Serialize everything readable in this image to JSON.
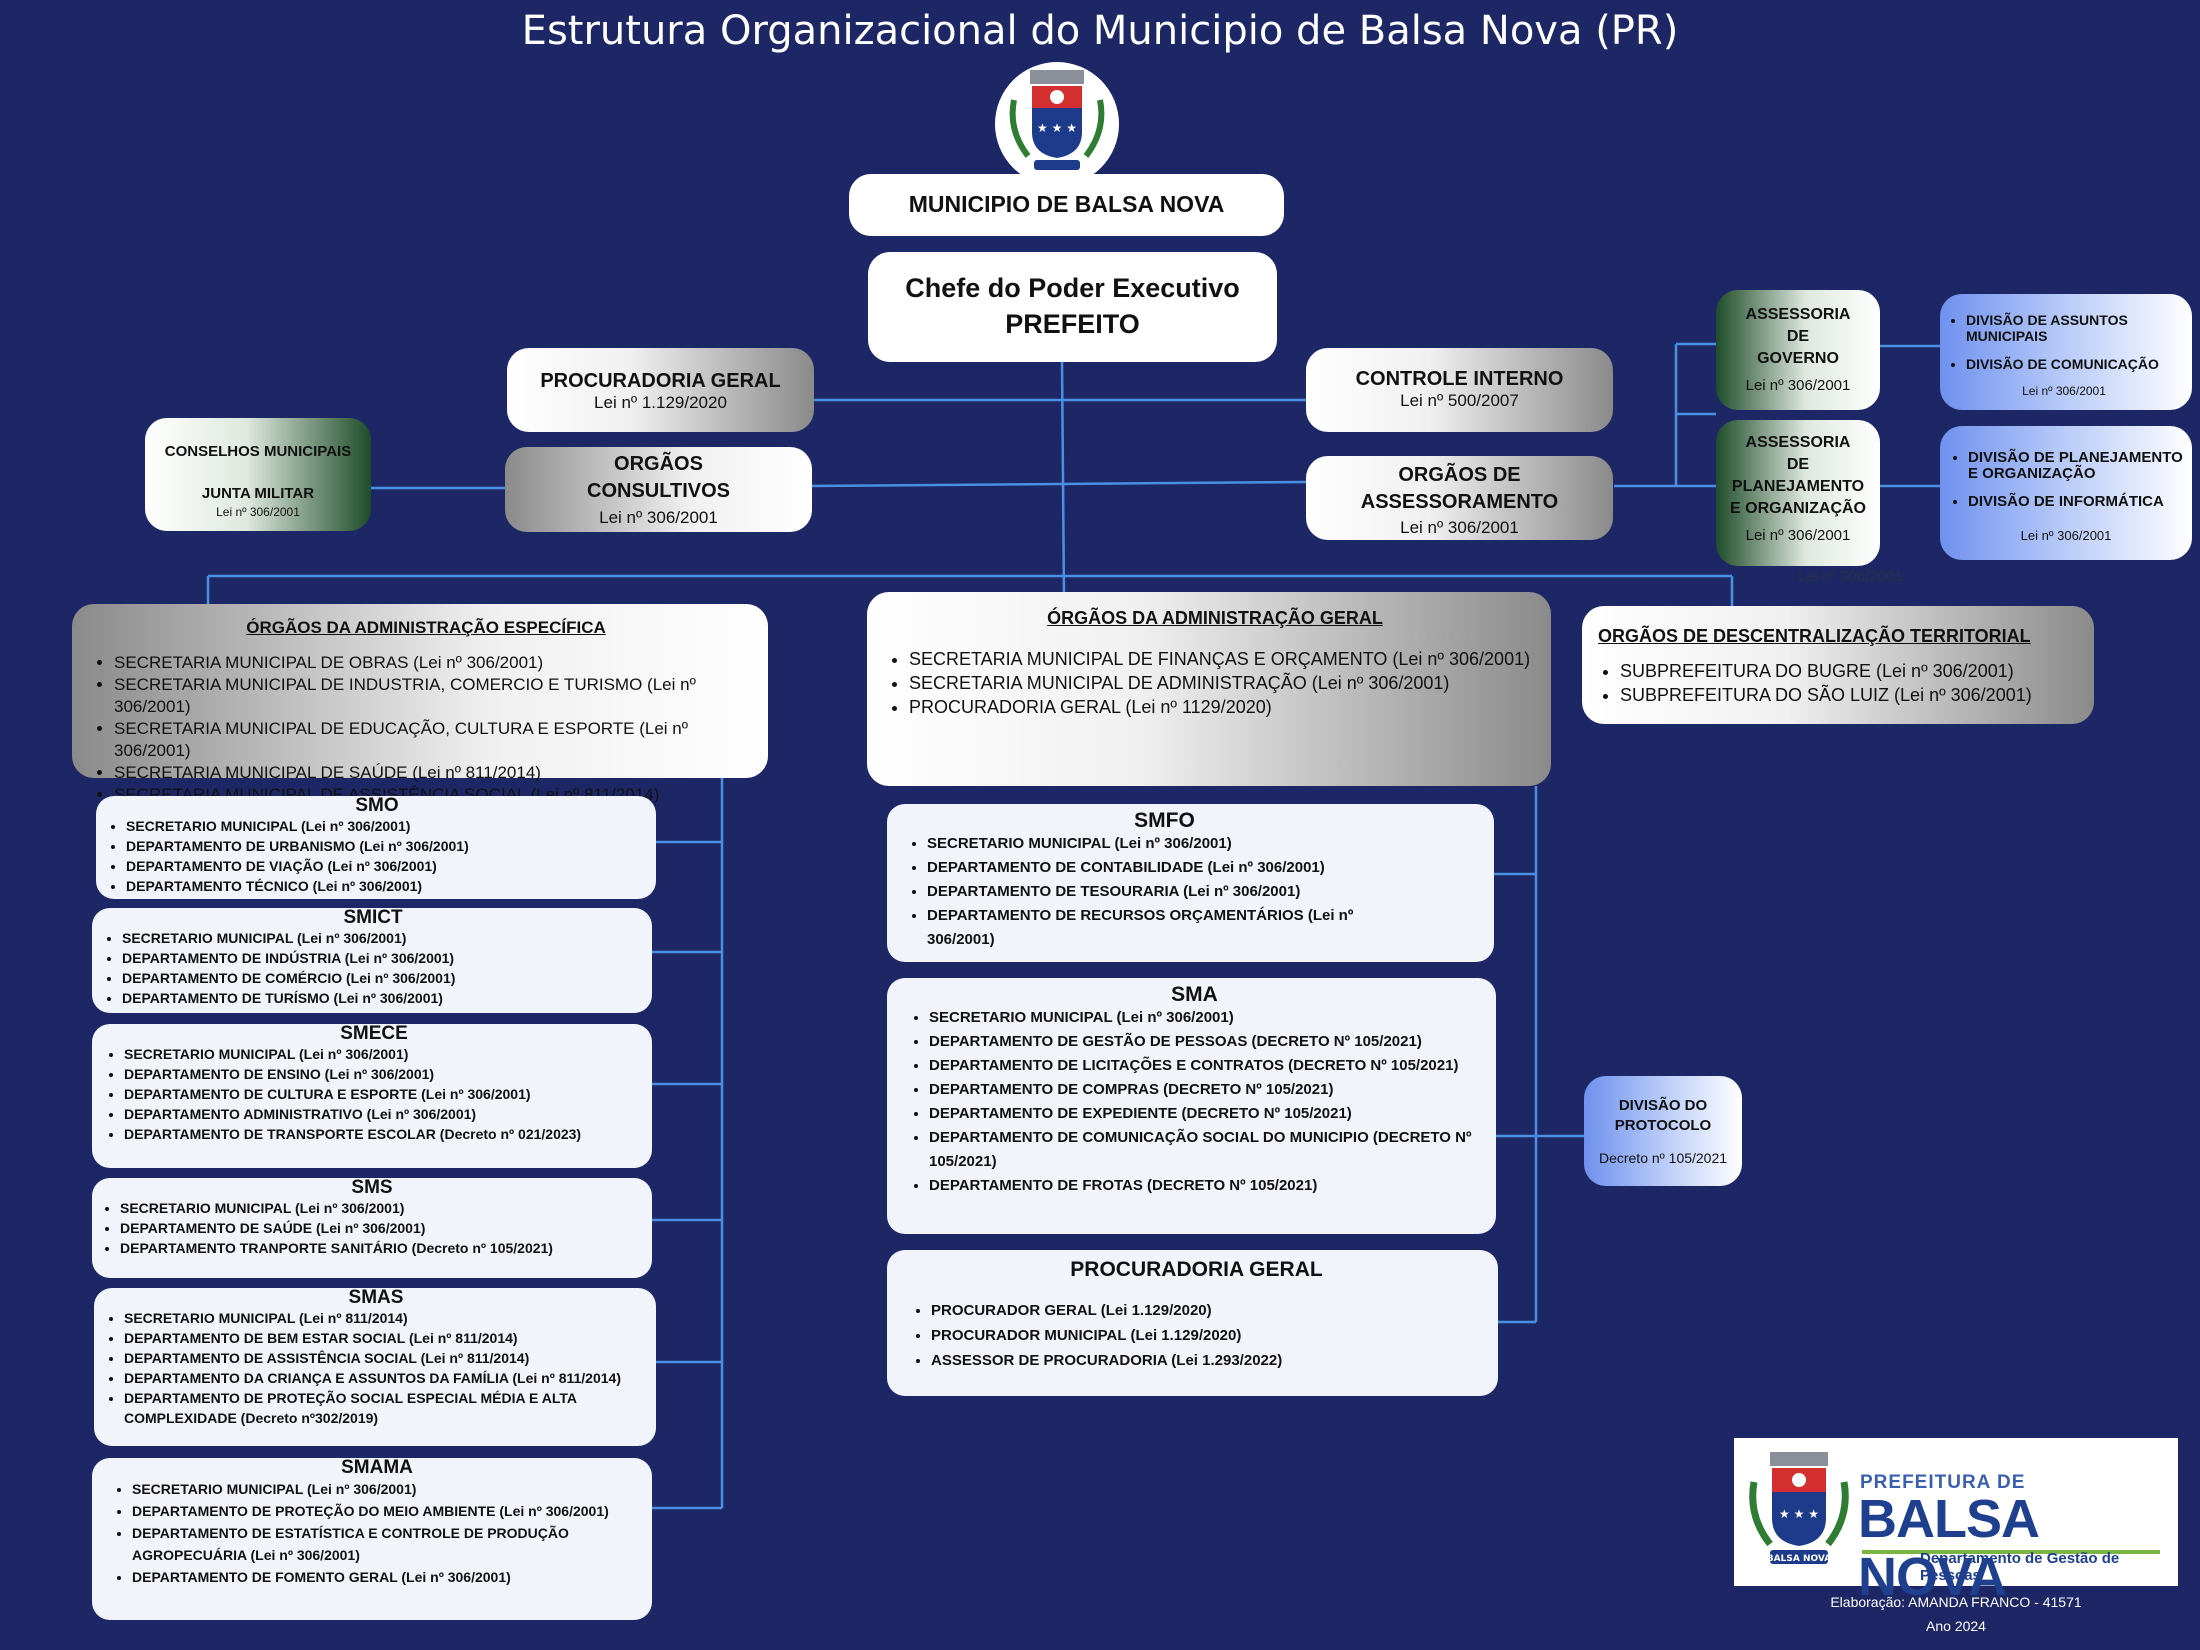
{
  "title": "Estrutura Organizacional do Municipio de Balsa Nova (PR)",
  "header": {
    "municipio": "MUNICIPIO DE BALSA NOVA",
    "chefe_line1": "Chefe do Poder Executivo",
    "chefe_line2": "PREFEITO"
  },
  "procuradoria_geral": {
    "title": "PROCURADORIA GERAL",
    "law": "Lei nº 1.129/2020"
  },
  "controle_interno": {
    "title": "CONTROLE INTERNO",
    "law": "Lei nº 500/2007"
  },
  "orgaos_consultivos": {
    "line1": "ORGÃOS",
    "line2": "CONSULTIVOS",
    "law": "Lei  nº 306/2001"
  },
  "conselhos": {
    "line1": "CONSELHOS MUNICIPAIS",
    "line2": "JUNTA MILITAR",
    "law": "Lei nº 306/2001"
  },
  "orgaos_assessoramento": {
    "line1": "ORGÃOS DE",
    "line2": "ASSESSORAMENTO",
    "law": "Lei nº 306/2001"
  },
  "assessoria_governo": {
    "line1": "ASSESSORIA",
    "line2": "DE",
    "line3": "GOVERNO",
    "law": "Lei nº 306/2001"
  },
  "assessoria_planejamento": {
    "line1": "ASSESSORIA",
    "line2": "DE",
    "line3": "PLANEJAMENTO",
    "line4": "E ORGANIZAÇÃO",
    "law": "Lei nº 306/2001",
    "law_outside": "Lei nº 306/2001"
  },
  "divisoes_governo": {
    "items": [
      "DIVISÃO DE ASSUNTOS MUNICIPAIS",
      "DIVISÃO DE COMUNICAÇÃO"
    ],
    "law": "Lei nº 306/2001"
  },
  "divisoes_planejamento": {
    "items": [
      "DIVISÃO DE PLANEJAMENTO E ORGANIZAÇÃO",
      "DIVISÃO DE INFORMÁTICA"
    ],
    "law": "Lei nº 306/2001"
  },
  "adm_especifica": {
    "title": "ÓRGÃOS DA ADMINISTRAÇÃO ESPECÍFICA",
    "items": [
      "SECRETARIA MUNICIPAL DE OBRAS (Lei nº 306/2001)",
      "SECRETARIA MUNICIPAL DE INDUSTRIA, COMERCIO E TURISMO (Lei nº 306/2001)",
      "SECRETARIA MUNICIPAL DE EDUCAÇÃO, CULTURA E ESPORTE (Lei nº 306/2001)",
      "SECRETARIA MUNICIPAL DE SAÚDE (Lei nº 811/2014)",
      "SECRETARIA MUNICIPAL DE ASSISTÊNCIA SOCIAL (Lei nº 811/2014)"
    ]
  },
  "adm_geral": {
    "title": "ÓRGÃOS DA ADMINISTRAÇÃO GERAL",
    "items": [
      "SECRETARIA MUNICIPAL DE FINANÇAS E ORÇAMENTO (Lei nº 306/2001)",
      "SECRETARIA MUNICIPAL DE ADMINISTRAÇÃO (Lei nº 306/2001)",
      "PROCURADORIA GERAL (Lei nº 1129/2020)"
    ]
  },
  "descentralizacao": {
    "title": "ORGÃOS DE DESCENTRALIZAÇÃO TERRITORIAL",
    "items": [
      "SUBPREFEITURA DO BUGRE (Lei nº 306/2001)",
      "SUBPREFEITURA DO SÃO LUIZ (Lei nº 306/2001)"
    ]
  },
  "smo": {
    "title": "SMO",
    "items": [
      "SECRETARIO MUNICIPAL  (Lei nº 306/2001)",
      "DEPARTAMENTO DE URBANISMO (Lei nº 306/2001)",
      "DEPARTAMENTO DE VIAÇÃO (Lei nº 306/2001)",
      "DEPARTAMENTO TÉCNICO (Lei nº 306/2001)"
    ]
  },
  "smict": {
    "title": "SMICT",
    "items": [
      "SECRETARIO MUNICIPAL  (Lei nº 306/2001)",
      "DEPARTAMENTO DE INDÚSTRIA (Lei nº 306/2001)",
      "DEPARTAMENTO DE COMÉRCIO (Lei nº 306/2001)",
      "DEPARTAMENTO DE TURÍSMO (Lei nº 306/2001)"
    ]
  },
  "smece": {
    "title": "SMECE",
    "items": [
      "SECRETARIO MUNICIPAL  (Lei nº 306/2001)",
      "DEPARTAMENTO DE ENSINO (Lei nº 306/2001)",
      "DEPARTAMENTO DE CULTURA E ESPORTE (Lei nº 306/2001)",
      "DEPARTAMENTO ADMINISTRATIVO (Lei nº 306/2001)",
      "DEPARTAMENTO DE TRANSPORTE ESCOLAR (Decreto nº 021/2023)"
    ]
  },
  "sms": {
    "title": "SMS",
    "items": [
      "SECRETARIO MUNICIPAL  (Lei nº 306/2001)",
      "DEPARTAMENTO DE SAÚDE (Lei nº 306/2001)",
      "DEPARTAMENTO TRANPORTE SANITÁRIO (Decreto nº 105/2021)"
    ]
  },
  "smas": {
    "title": "SMAS",
    "items": [
      "SECRETARIO MUNICIPAL  (Lei nº 811/2014)",
      "DEPARTAMENTO DE BEM ESTAR SOCIAL (Lei nº 811/2014)",
      "DEPARTAMENTO DE ASSISTÊNCIA SOCIAL (Lei nº 811/2014)",
      "DEPARTAMENTO DA CRIANÇA E ASSUNTOS DA FAMÍLIA (Lei nº 811/2014)",
      "DEPARTAMENTO DE PROTEÇÃO SOCIAL ESPECIAL MÉDIA E ALTA COMPLEXIDADE (Decreto nº302/2019)"
    ]
  },
  "smama": {
    "title": "SMAMA",
    "items": [
      "SECRETARIO MUNICIPAL  (Lei nº 306/2001)",
      "DEPARTAMENTO DE PROTEÇÃO DO MEIO AMBIENTE (Lei nº 306/2001)",
      "DEPARTAMENTO DE ESTATÍSTICA E CONTROLE DE PRODUÇÃO AGROPECUÁRIA (Lei nº 306/2001)",
      "DEPARTAMENTO DE FOMENTO GERAL (Lei nº 306/2001)"
    ]
  },
  "smfo": {
    "title": "SMFO",
    "items": [
      "SECRETARIO MUNICIPAL  (Lei nº 306/2001)",
      "DEPARTAMENTO DE CONTABILIDADE  (Lei nº 306/2001)",
      "DEPARTAMENTO DE TESOURARIA (Lei nº 306/2001)",
      "DEPARTAMENTO DE RECURSOS ORÇAMENTÁRIOS  (Lei nº 306/2001)"
    ]
  },
  "sma": {
    "title": "SMA",
    "items": [
      "SECRETARIO MUNICIPAL  (Lei nº 306/2001)",
      "DEPARTAMENTO DE GESTÃO DE PESSOAS (DECRETO Nº 105/2021)",
      "DEPARTAMENTO DE LICITAÇÕES E CONTRATOS (DECRETO Nº 105/2021)",
      "DEPARTAMENTO DE COMPRAS (DECRETO Nº 105/2021)",
      "DEPARTAMENTO DE EXPEDIENTE (DECRETO Nº 105/2021)",
      "DEPARTAMENTO DE COMUNICAÇÃO SOCIAL DO MUNICIPIO (DECRETO Nº 105/2021)",
      "DEPARTAMENTO DE FROTAS (DECRETO Nº 105/2021)"
    ]
  },
  "pgm": {
    "title": "PROCURADORIA GERAL",
    "items": [
      "PROCURADOR GERAL (Lei 1.129/2020)",
      "PROCURADOR MUNICIPAL (Lei 1.129/2020)",
      "ASSESSOR DE PROCURADORIA (Lei 1.293/2022)"
    ]
  },
  "protocolo": {
    "line1": "DIVISÃO DO",
    "line2": "PROTOCOLO",
    "law": "Decreto nº 105/2021"
  },
  "logo": {
    "line1": "PREFEITURA DE",
    "line2": "BALSA NOVA",
    "line3": "Departamento de Gestão de Pessoas",
    "seal_text": "BALSA NOVA"
  },
  "footer": {
    "author": "Elaboração: AMANDA FRANCO - 41571",
    "year": "Ano 2024"
  },
  "colors": {
    "background": "#1e2766",
    "connector": "#4a90e2",
    "flag_red": "#d32f2f",
    "flag_blue": "#1e3a8a",
    "logo_blue": "#1f3f8f",
    "logo_green": "#7cb342"
  }
}
